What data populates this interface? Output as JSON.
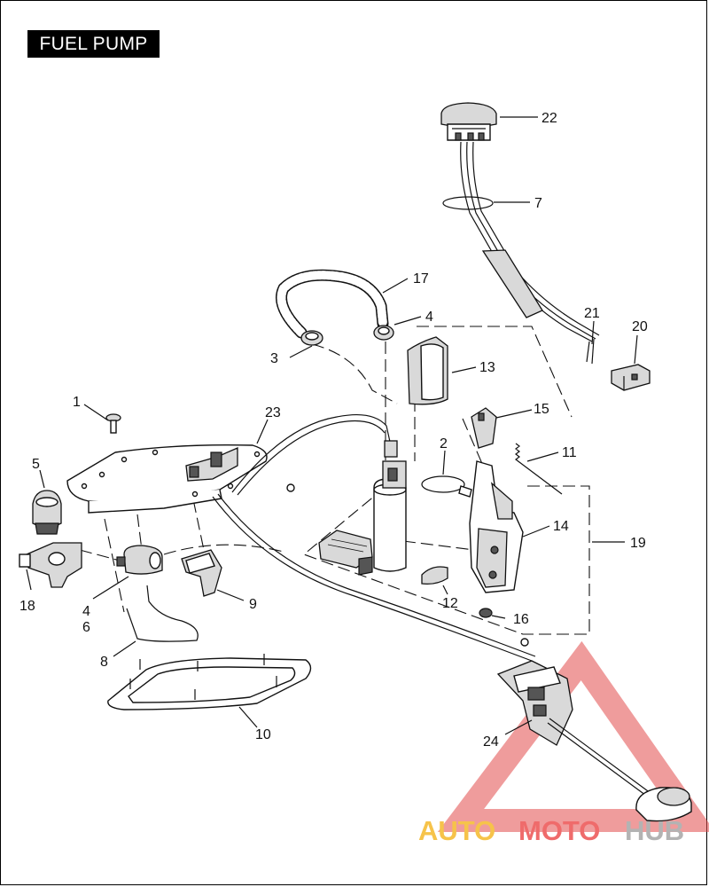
{
  "title": "FUEL PUMP",
  "callouts": [
    "1",
    "2",
    "3",
    "4",
    "4",
    "5",
    "6",
    "7",
    "8",
    "9",
    "10",
    "11",
    "12",
    "13",
    "14",
    "15",
    "16",
    "17",
    "18",
    "19",
    "20",
    "21",
    "22",
    "23",
    "24"
  ],
  "watermark": {
    "part1": "AUTO",
    "part2": "MOTO",
    "part3": "HUB",
    "color1": "#f6c34a",
    "color2": "#ef6b6b",
    "color3": "#b3b3b3"
  }
}
